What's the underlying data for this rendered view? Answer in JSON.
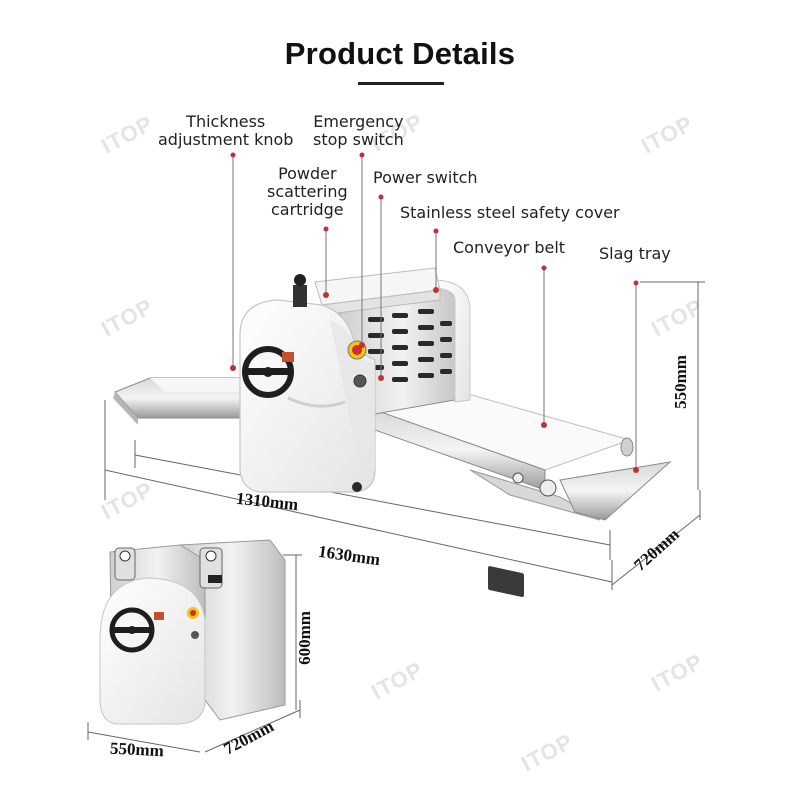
{
  "header": {
    "title": "Product Details"
  },
  "callouts": {
    "thickness_knob": [
      "Thickness",
      "adjustment knob"
    ],
    "emergency_stop": [
      "Emergency",
      "stop switch"
    ],
    "powder_cartridge": [
      "Powder",
      "scattering",
      "cartridge"
    ],
    "power_switch": "Power switch",
    "safety_cover": "Stainless steel safety cover",
    "conveyor_belt": "Conveyor belt",
    "slag_tray": "Slag tray"
  },
  "dimensions": {
    "main_width_inner": "1310mm",
    "main_width_outer": "1630mm",
    "main_height": "550mm",
    "main_depth": "720mm",
    "folded_height": "600mm",
    "folded_width": "550mm",
    "folded_depth": "720mm"
  },
  "watermark": "ITOP",
  "colors": {
    "callout_dot": "#c0303a",
    "line": "#666666"
  }
}
